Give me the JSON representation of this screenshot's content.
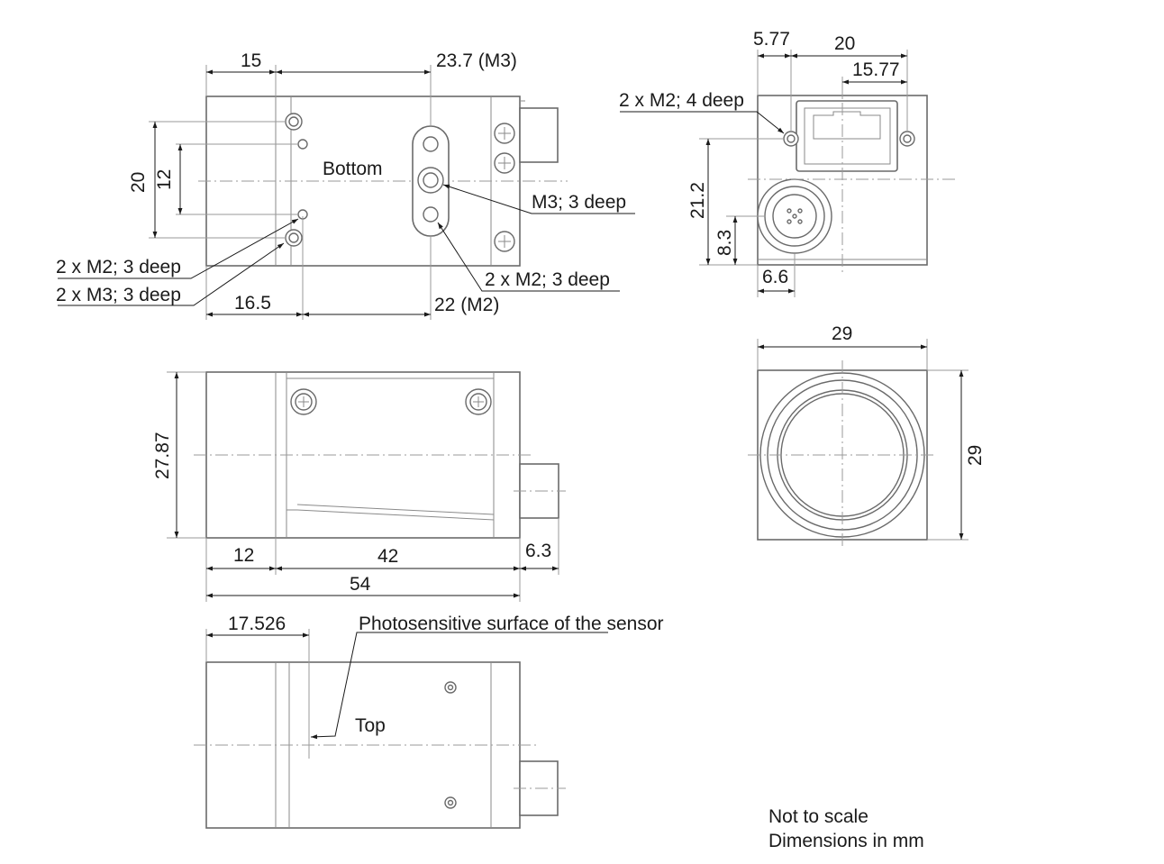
{
  "bottom_view": {
    "label": "Bottom",
    "dims": {
      "d15": "15",
      "d23_7": "23.7 (M3)",
      "d20": "20",
      "d12": "12",
      "d16_5": "16.5",
      "d22": "22 (M2)"
    },
    "callouts": {
      "m3_center": "M3; 3 deep",
      "m2_right": "2 x M2; 3 deep",
      "m2_left": "2 x M2; 3 deep",
      "m3_left": "2 x M3; 3 deep"
    }
  },
  "rear_view": {
    "dims": {
      "d5_77": "5.77",
      "d20": "20",
      "d15_77": "15.77",
      "d21_2": "21.2",
      "d8_3": "8.3",
      "d6_6": "6.6"
    },
    "callouts": {
      "m2_top": "2 x M2; 4 deep"
    }
  },
  "side_view": {
    "dims": {
      "d27_87": "27.87",
      "d12": "12",
      "d42": "42",
      "d6_3": "6.3",
      "d54": "54"
    }
  },
  "front_view": {
    "dims": {
      "d29_w": "29",
      "d29_h": "29"
    }
  },
  "top_view": {
    "label": "Top",
    "dims": {
      "d17_526": "17.526"
    },
    "callouts": {
      "sensor": "Photosensitive surface of the sensor"
    }
  },
  "notes": {
    "scale": "Not to scale",
    "units": "Dimensions in mm"
  }
}
